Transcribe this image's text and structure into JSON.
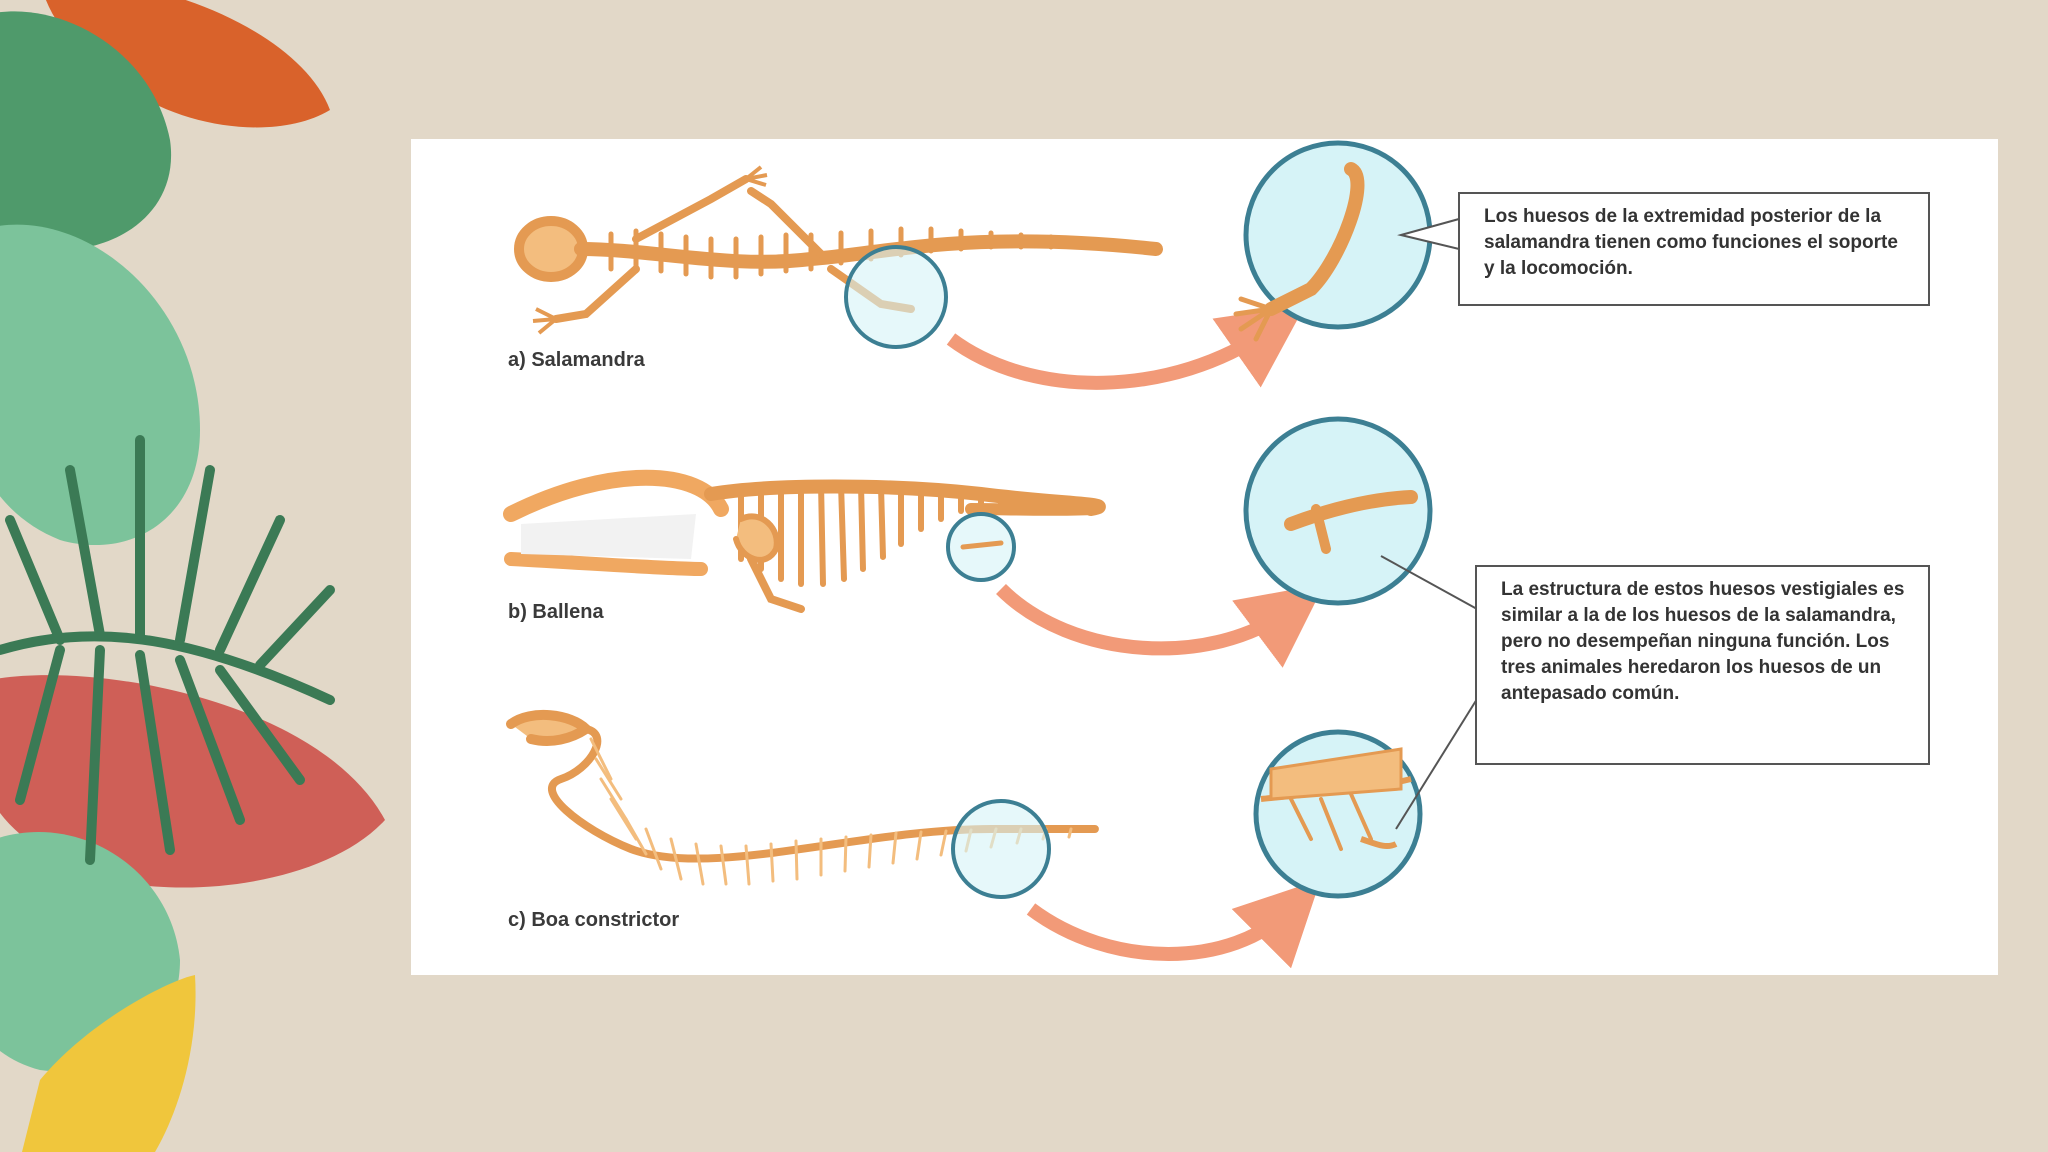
{
  "diagram": {
    "animals": [
      {
        "id": "salamandra",
        "label": "a) Salamandra"
      },
      {
        "id": "ballena",
        "label": "b) Ballena"
      },
      {
        "id": "boa",
        "label": "c) Boa constrictor"
      }
    ],
    "notes": {
      "salamandra": "Los huesos de la extremidad posterior de la salamandra tienen como funciones el soporte y la locomoción.",
      "vestigial": "La estructura de estos huesos vestigiales es similar a la de los huesos de la salamandra, pero no desempeñan ninguna función. Los tres animales heredaron los huesos de un antepasado común."
    },
    "colors": {
      "bone": "#e49a52",
      "bone_light": "#f3bd7e",
      "circle_fill": "#d6f3f7",
      "circle_stroke": "#3c7f93",
      "arrow": "#f29a78",
      "background": "#e2d8c8"
    }
  },
  "decoration": {
    "leaf_colors": [
      "#d9622b",
      "#4f9a6b",
      "#7cc39b",
      "#3b7a55",
      "#cf5f57",
      "#f0c63c"
    ]
  }
}
